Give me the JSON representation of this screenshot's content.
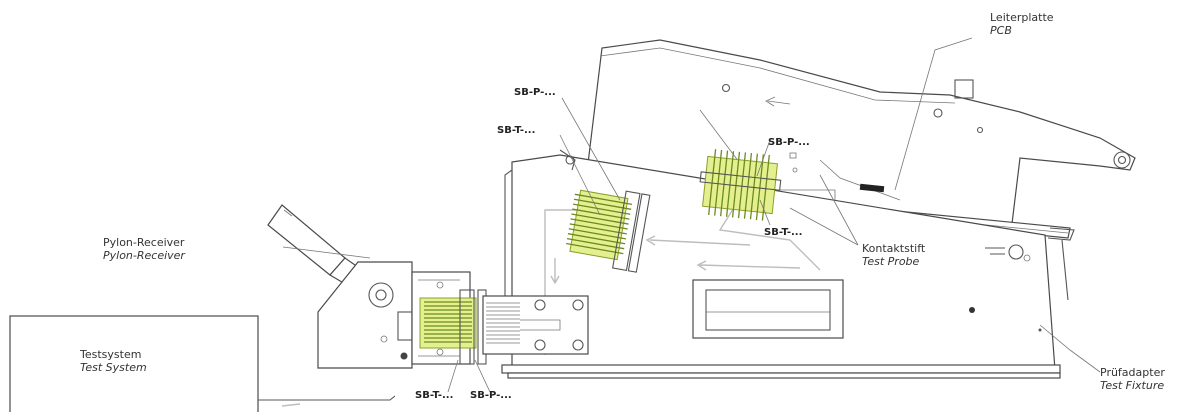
{
  "labels": {
    "pcb_de": "Leiterplatte",
    "pcb_en": "PCB",
    "receiver_de": "Pylon-Receiver",
    "receiver_en": "Pylon-Receiver",
    "probe_de": "Kontaktstift",
    "probe_en": "Test Probe",
    "fixture_de": "Prüfadapter",
    "fixture_en": "Test Fixture",
    "system_de": "Testsystem",
    "system_en": "Test System"
  },
  "codes": {
    "sbp_top": "SB-P-...",
    "sbt_top": "SB-T-...",
    "sbp_mid": "SB-P-...",
    "sbt_mid": "SB-T-...",
    "sbt_bottom": "SB-T-...",
    "sbp_bottom": "SB-P-..."
  },
  "colors": {
    "line": "#4a4a4a",
    "probe_highlight": "#e4f08f",
    "probe_pin": "#6d8a1e",
    "flow_arrow": "#bdbdbd"
  }
}
